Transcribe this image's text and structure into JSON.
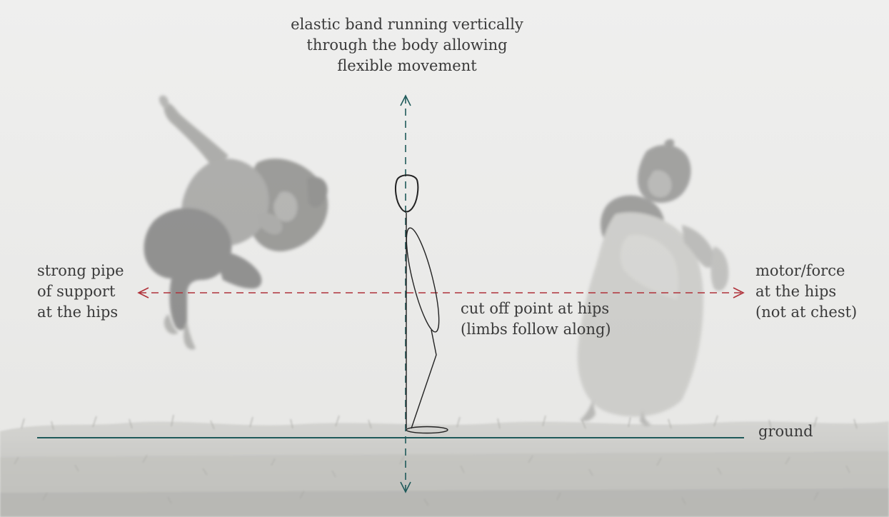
{
  "annotations": {
    "top": {
      "lines": [
        "elastic band running vertically",
        "through the body allowing",
        "flexible movement"
      ]
    },
    "left": {
      "lines": [
        "strong pipe",
        "of support",
        "at the hips"
      ]
    },
    "right": {
      "lines": [
        "motor/force",
        "at the hips",
        "(not at chest)"
      ]
    },
    "center": {
      "lines": [
        "cut off point at hips",
        "(limbs follow along)"
      ]
    },
    "ground": "ground"
  },
  "colors": {
    "vertical_axis": "#1f5a5a",
    "hip_axis": "#b0323a",
    "ground_line": "#1f5a5a",
    "stick_figure": "#2a2a2a",
    "text": "#3a3a3a",
    "sky": "#ebebea",
    "grass": "#c9c9c6"
  },
  "photo": {
    "figures": [
      "leaping-dancer",
      "stumbling-dancer"
    ]
  }
}
